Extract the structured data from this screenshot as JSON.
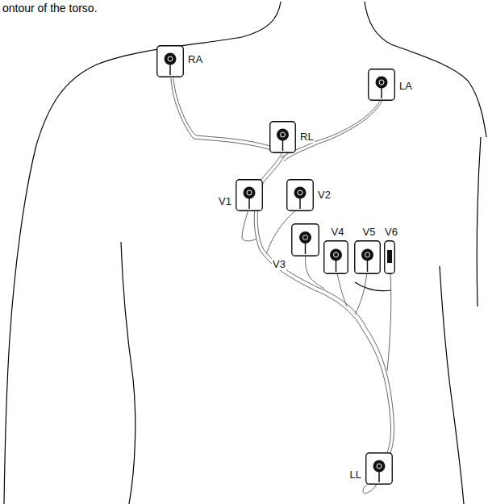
{
  "diagram": {
    "nodes": [
      {
        "text": [
          "RA"
        ]
      },
      {
        "text": [
          "LA"
        ]
      },
      {
        "text": [
          "RL"
        ]
      },
      {
        "text": [
          "V1"
        ]
      },
      {
        "text": [
          "V2"
        ]
      },
      {
        "text": [
          "V3"
        ]
      },
      {
        "text": [
          "V4"
        ]
      },
      {
        "text": [
          "V5"
        ]
      },
      {
        "text": [
          "V6"
        ]
      },
      {
        "text": [
          "LL"
        ]
      }
    ],
    "labels": [
      "ontour of the torso."
    ]
  }
}
